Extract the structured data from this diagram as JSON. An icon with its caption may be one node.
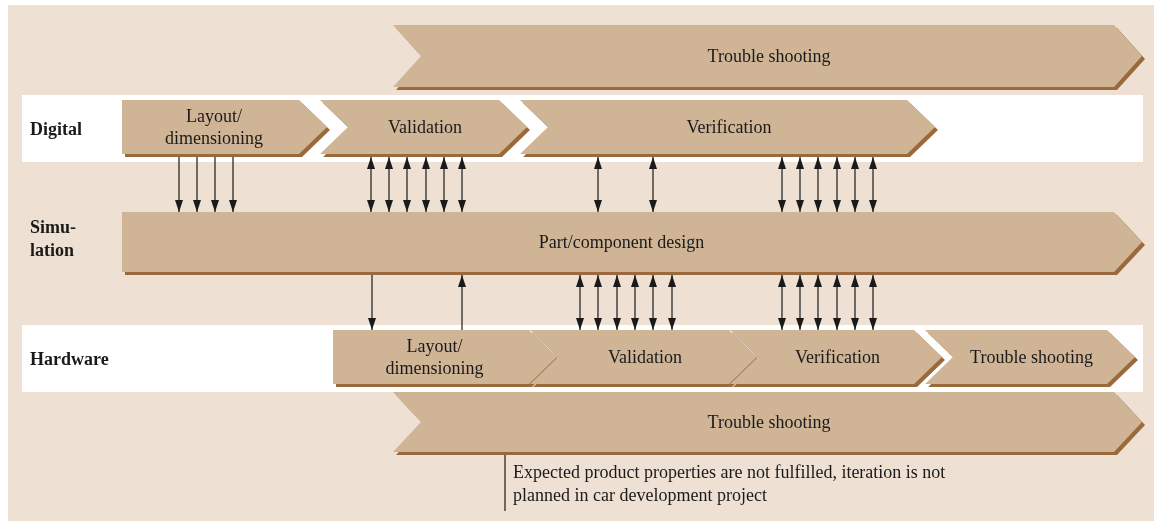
{
  "diagram": {
    "nodes": [
      {
        "text": [
          "Trouble shooting"
        ]
      },
      {
        "text": [
          "Digital"
        ]
      },
      {
        "text": [
          "Layout/ dimensioning"
        ],
        "in": 1
      },
      {
        "text": [
          "Validation"
        ],
        "in": 1
      },
      {
        "text": [
          "Verification"
        ],
        "in": 1
      },
      {
        "text": [
          "Part/component design"
        ]
      },
      {
        "text": [
          "Hardware"
        ]
      },
      {
        "text": [
          "Layout/ dimensioning"
        ],
        "in": 6
      },
      {
        "text": [
          "Validation"
        ],
        "in": 6
      },
      {
        "text": [
          "Verification"
        ],
        "in": 6
      },
      {
        "text": [
          "Trouble shooting"
        ],
        "in": 6
      },
      {
        "text": [
          "Trouble shooting"
        ]
      },
      {
        "text": [
          "Expected product properties are not fulfilled, iteration is not planned in car development project"
        ]
      }
    ],
    "edges": [
      {
        "from": 2,
        "to": 5,
        "arrow": "to"
      },
      {
        "from": 2,
        "to": 5,
        "arrow": "to"
      },
      {
        "from": 2,
        "to": 5,
        "arrow": "to"
      },
      {
        "from": 2,
        "to": 5,
        "arrow": "to"
      },
      {
        "from": 3,
        "to": 5,
        "arrow": "both"
      },
      {
        "from": 3,
        "to": 5,
        "arrow": "both"
      },
      {
        "from": 3,
        "to": 5,
        "arrow": "both"
      },
      {
        "from": 3,
        "to": 5,
        "arrow": "both"
      },
      {
        "from": 3,
        "to": 5,
        "arrow": "both"
      },
      {
        "from": 3,
        "to": 5,
        "arrow": "both"
      },
      {
        "from": 4,
        "to": 5,
        "arrow": "both"
      },
      {
        "from": 4,
        "to": 5,
        "arrow": "both"
      },
      {
        "from": 4,
        "to": 5,
        "arrow": "both"
      },
      {
        "from": 4,
        "to": 5,
        "arrow": "both"
      },
      {
        "from": 4,
        "to": 5,
        "arrow": "both"
      },
      {
        "from": 4,
        "to": 5,
        "arrow": "both"
      },
      {
        "from": 4,
        "to": 5,
        "arrow": "both"
      },
      {
        "from": 4,
        "to": 5,
        "arrow": "both"
      },
      {
        "from": 5,
        "to": 7,
        "arrow": "to"
      },
      {
        "from": 7,
        "to": 5,
        "arrow": "to"
      },
      {
        "from": 5,
        "to": 8,
        "arrow": "both"
      },
      {
        "from": 5,
        "to": 8,
        "arrow": "both"
      },
      {
        "from": 5,
        "to": 8,
        "arrow": "both"
      },
      {
        "from": 5,
        "to": 8,
        "arrow": "both"
      },
      {
        "from": 5,
        "to": 8,
        "arrow": "both"
      },
      {
        "from": 5,
        "to": 8,
        "arrow": "both"
      },
      {
        "from": 5,
        "to": 9,
        "arrow": "both"
      },
      {
        "from": 5,
        "to": 9,
        "arrow": "both"
      },
      {
        "from": 5,
        "to": 9,
        "arrow": "both"
      },
      {
        "from": 5,
        "to": 9,
        "arrow": "both"
      },
      {
        "from": 5,
        "to": 9,
        "arrow": "both"
      },
      {
        "from": 5,
        "to": 9,
        "arrow": "both"
      },
      {
        "from": 12,
        "to": 11,
        "arrow": "none"
      }
    ],
    "labels": [
      "Simu- lation"
    ]
  }
}
